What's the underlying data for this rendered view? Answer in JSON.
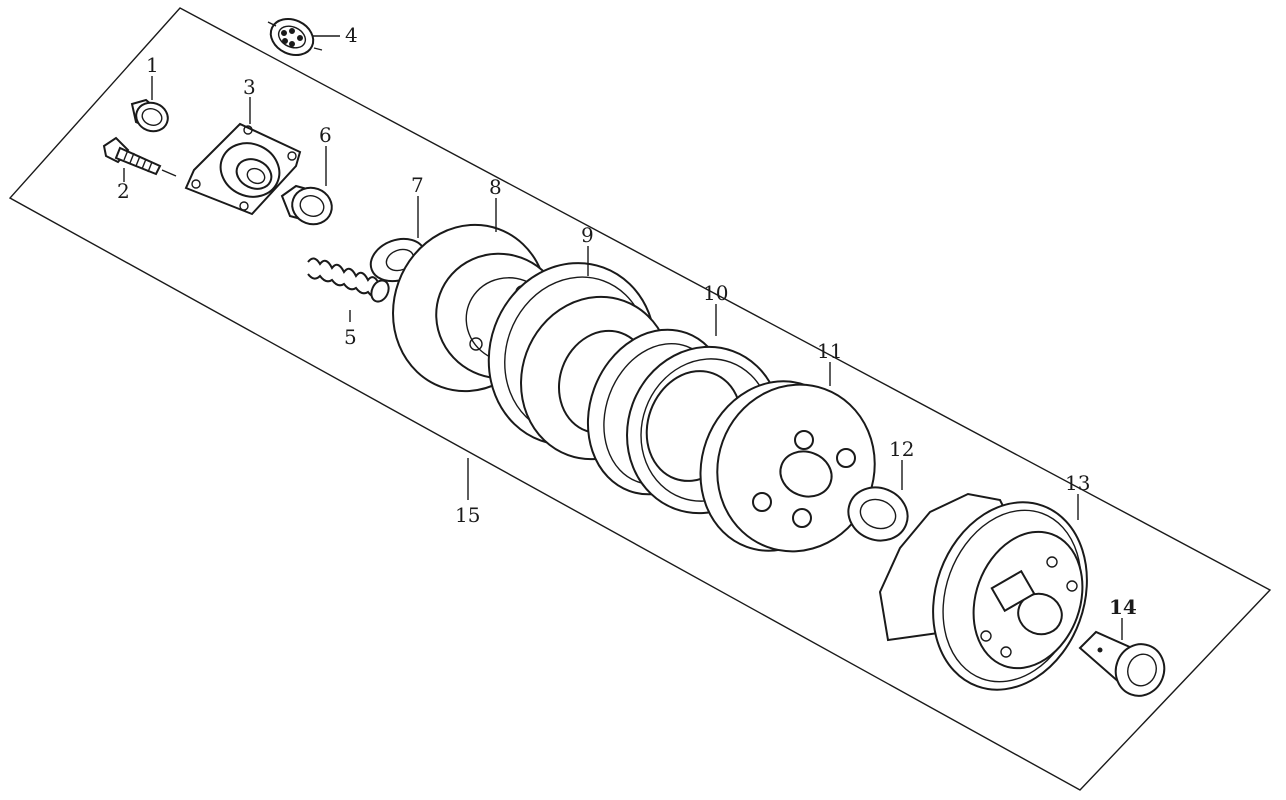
{
  "parts": [
    {
      "id": "1",
      "label": "1",
      "name": "collar"
    },
    {
      "id": "2",
      "label": "2",
      "name": "bolt"
    },
    {
      "id": "3",
      "label": "3",
      "name": "lifter-plate"
    },
    {
      "id": "4",
      "label": "4",
      "name": "bearing"
    },
    {
      "id": "5",
      "label": "5",
      "name": "spring"
    },
    {
      "id": "6",
      "label": "6",
      "name": "nut"
    },
    {
      "id": "7",
      "label": "7",
      "name": "washer"
    },
    {
      "id": "8",
      "label": "8",
      "name": "pressure-plate"
    },
    {
      "id": "9",
      "label": "9",
      "name": "friction-disc"
    },
    {
      "id": "10",
      "label": "10",
      "name": "clutch-plate"
    },
    {
      "id": "11",
      "label": "11",
      "name": "clutch-center"
    },
    {
      "id": "12",
      "label": "12",
      "name": "thrust-washer"
    },
    {
      "id": "13",
      "label": "13",
      "name": "clutch-outer"
    },
    {
      "id": "14",
      "label": "14",
      "name": "bushing"
    },
    {
      "id": "15",
      "label": "15",
      "name": "clutch-assembly"
    }
  ],
  "colors": {
    "ink": "#1a1a1a",
    "paper": "#ffffff"
  }
}
